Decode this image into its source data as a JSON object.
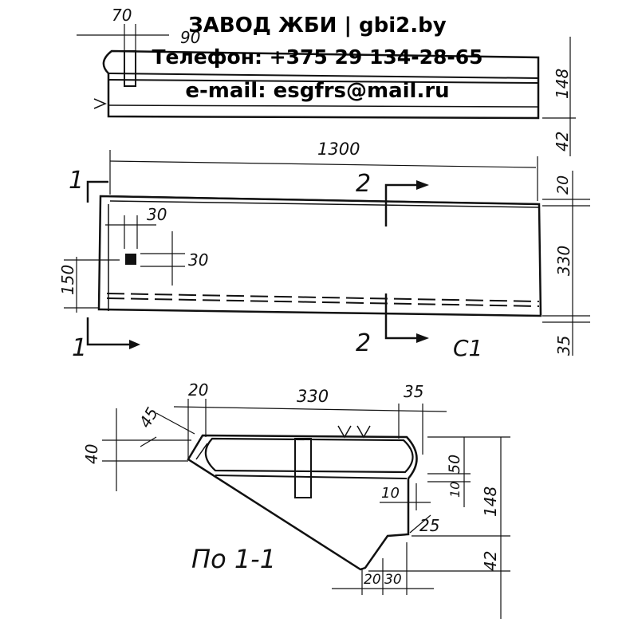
{
  "watermark": {
    "company": "ЗАВОД ЖБИ | gbi2.by",
    "phone": "Телефон: +375 29 134-28-65",
    "email": "e-mail: esgfrs@mail.ru"
  },
  "top_view": {
    "dims": {
      "d70": "70",
      "d90": "90",
      "d148": "148",
      "d42": "42"
    }
  },
  "front_view": {
    "dims": {
      "d1300": "1300",
      "d30a": "30",
      "d30b": "30",
      "d150": "150",
      "d20": "20",
      "d330": "330",
      "d35": "35"
    },
    "section1": "1",
    "section2": "2",
    "mark": "С1"
  },
  "section_view": {
    "dims": {
      "d20": "20",
      "d330": "330",
      "d35": "35",
      "d45": "45",
      "d40": "40",
      "d50": "50",
      "d10a": "10",
      "d10b": "10",
      "d25": "25",
      "d148": "148",
      "d42": "42",
      "d20b": "20",
      "d30": "30"
    },
    "title": "По 1-1"
  }
}
